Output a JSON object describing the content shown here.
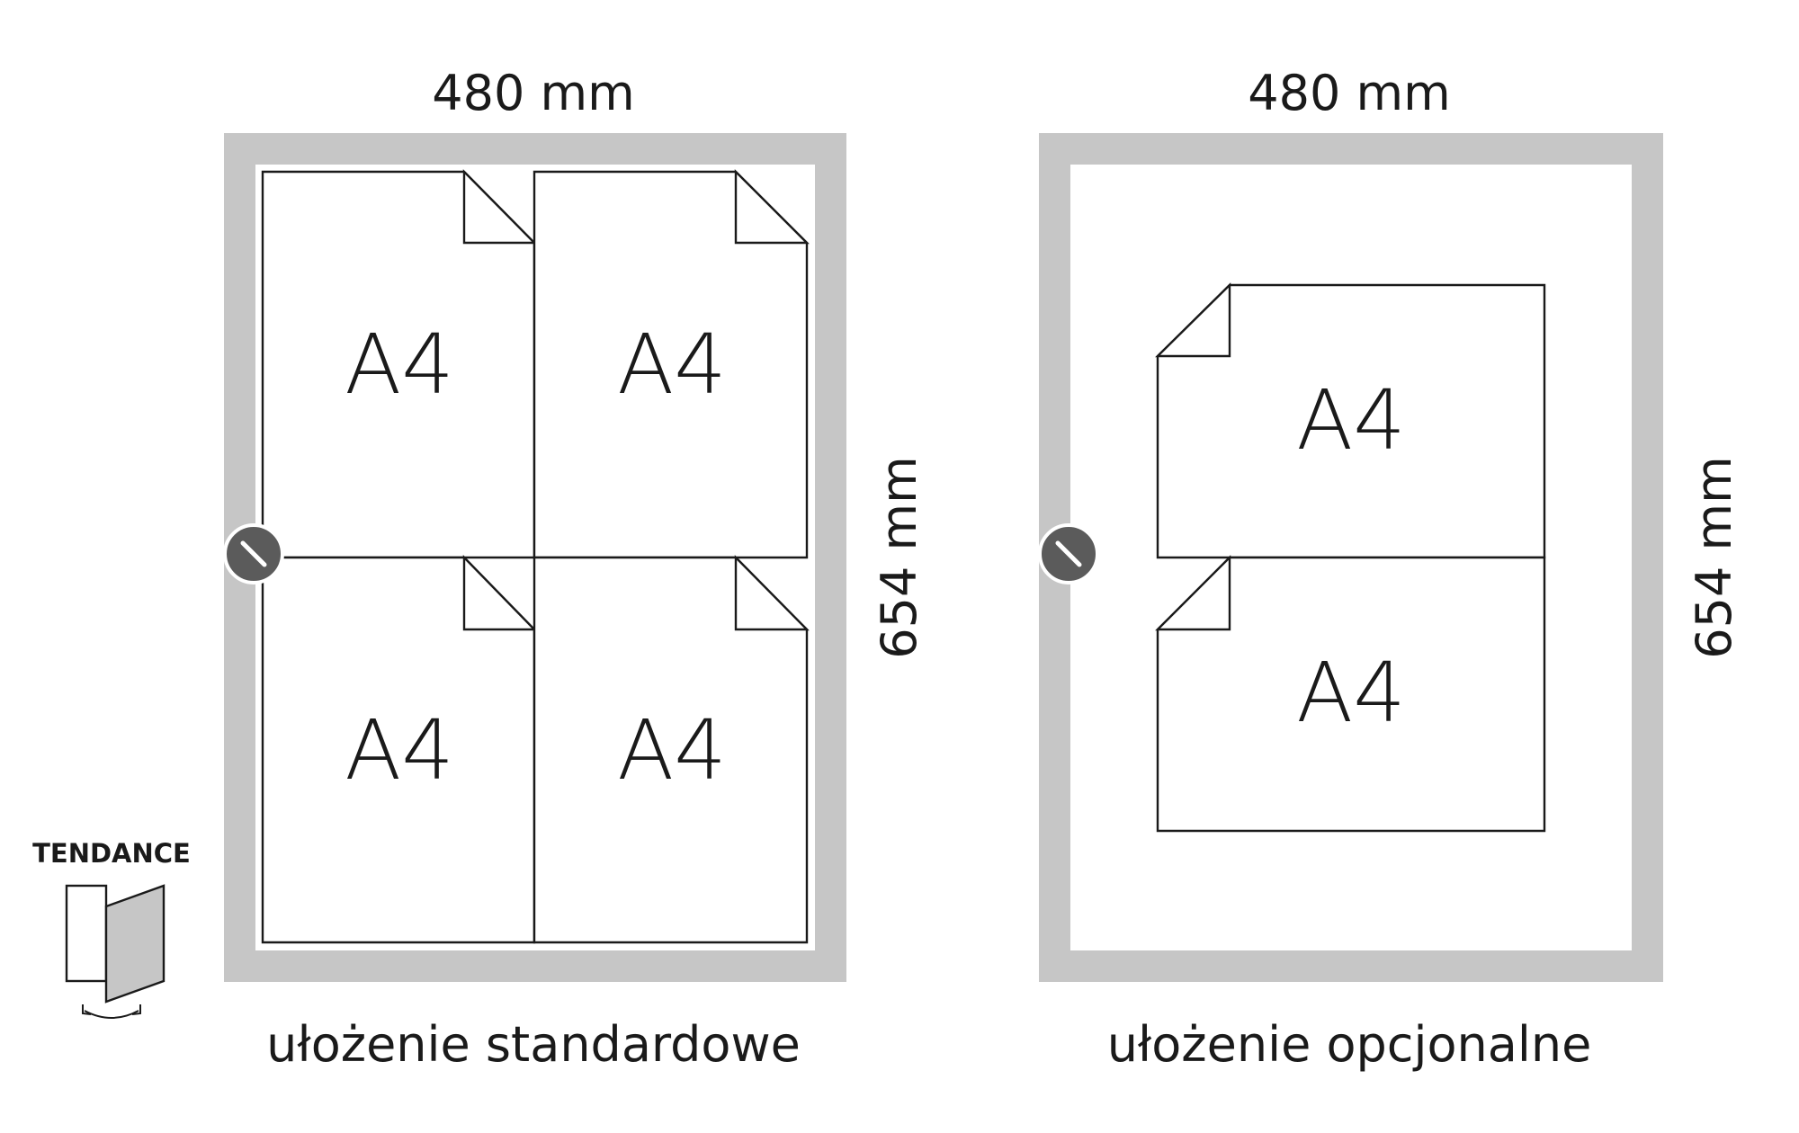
{
  "colors": {
    "frame": "#c6c6c6",
    "ink": "#1a1a1a",
    "magnet": "#5b5b5b",
    "door_panel": "#c6c6c6"
  },
  "layouts": [
    {
      "width_label": "480 mm",
      "height_label": "654 mm",
      "caption": "ułożenie standardowe",
      "sheet_labels": [
        "A4",
        "A4",
        "A4",
        "A4"
      ]
    },
    {
      "width_label": "480 mm",
      "height_label": "654 mm",
      "caption": "ułożenie opcjonalne",
      "sheet_labels": [
        "A4",
        "A4"
      ]
    }
  ],
  "product": {
    "name": "TENDANCE",
    "icon": "folding-door-icon"
  }
}
